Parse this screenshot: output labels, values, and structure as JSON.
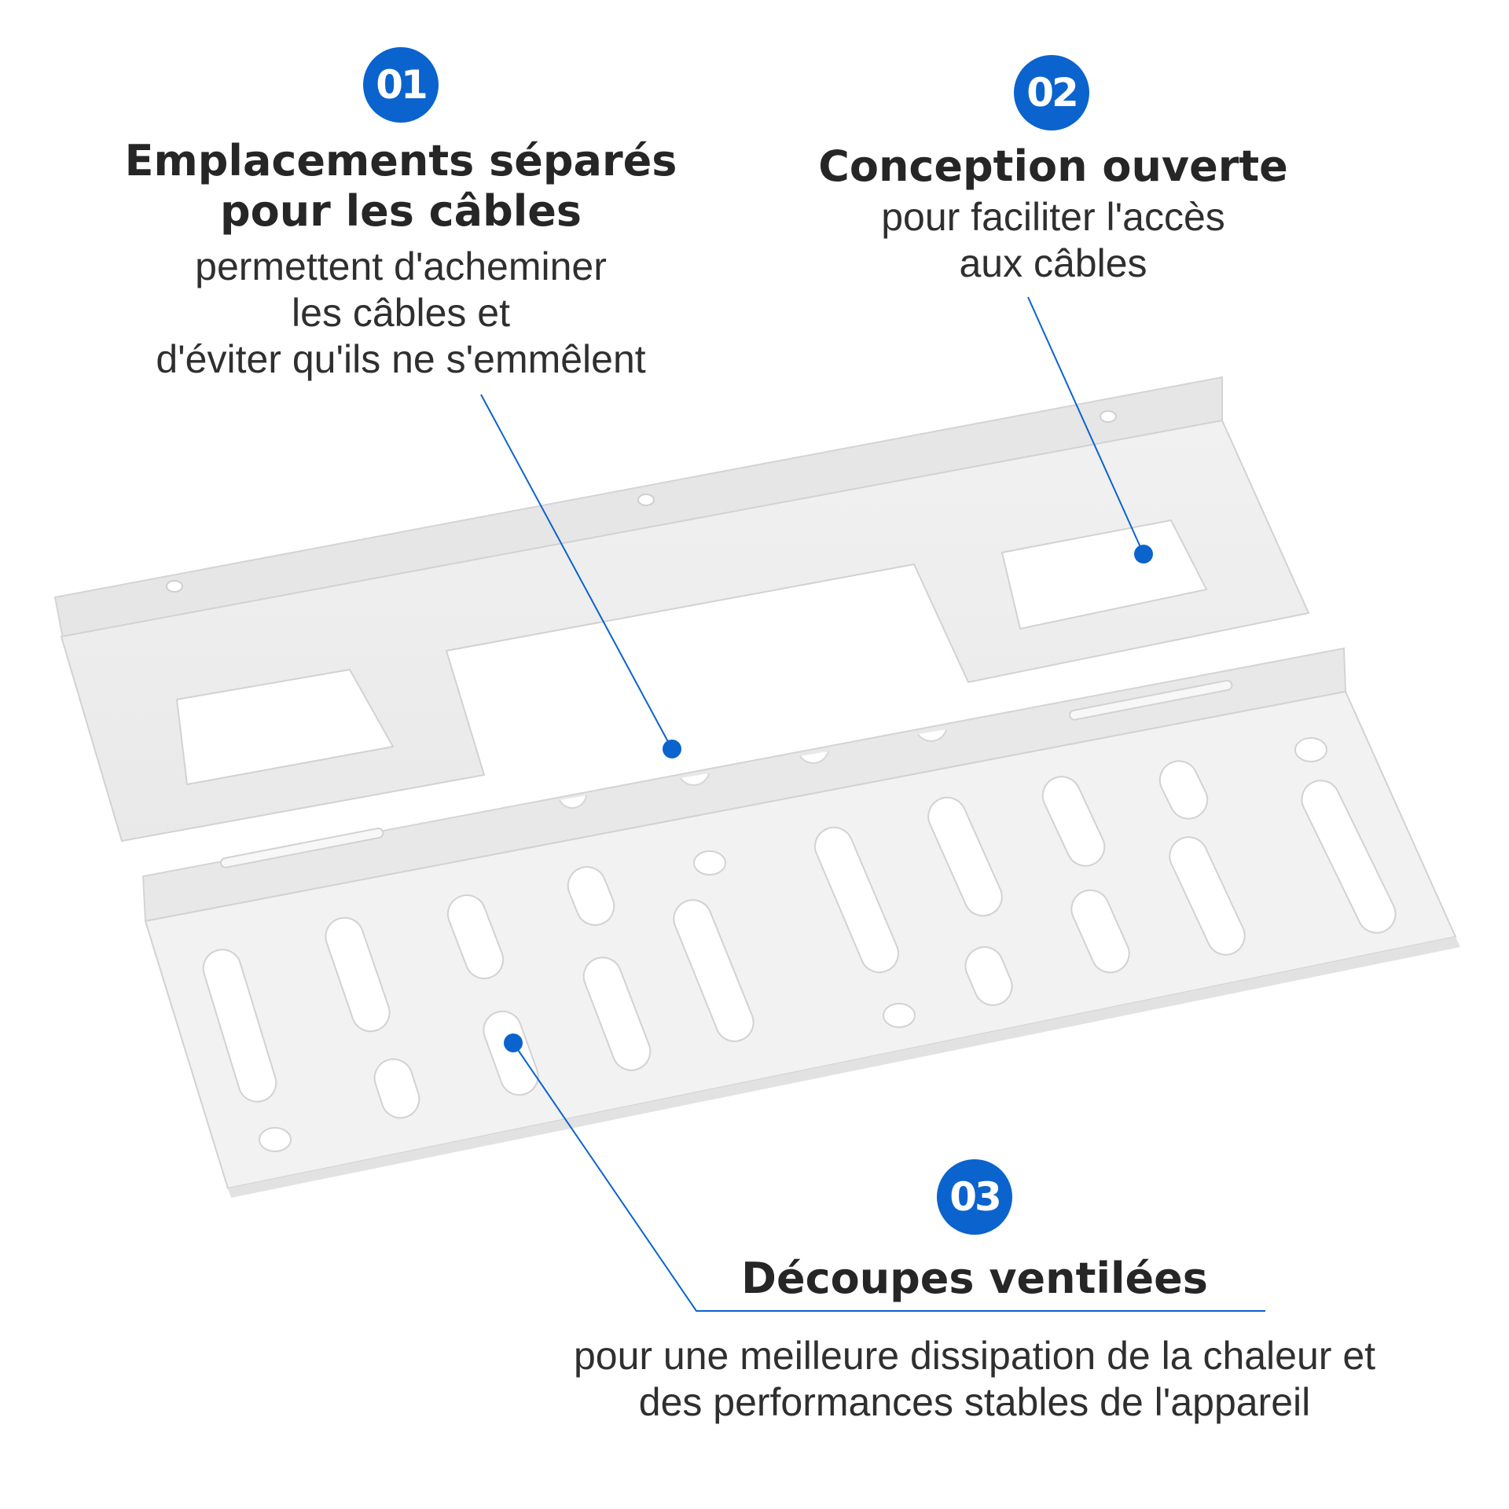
{
  "accent_color": "#0b63ce",
  "features": [
    {
      "number": "01",
      "title_lines": [
        "Emplacements séparés",
        "pour les câbles"
      ],
      "desc_lines": [
        "permettent d'acheminer",
        "les câbles et",
        "d'éviter qu'ils ne s'emmêlent"
      ]
    },
    {
      "number": "02",
      "title_lines": [
        "Conception ouverte"
      ],
      "desc_lines": [
        "pour faciliter l'accès",
        "aux câbles"
      ]
    },
    {
      "number": "03",
      "title_lines": [
        "Découpes ventilées"
      ],
      "desc_lines": [
        "pour une meilleure dissipation de la chaleur et",
        "des performances stables de l'appareil"
      ]
    }
  ],
  "product_icon": "white-metal-cable-tray-brackets"
}
